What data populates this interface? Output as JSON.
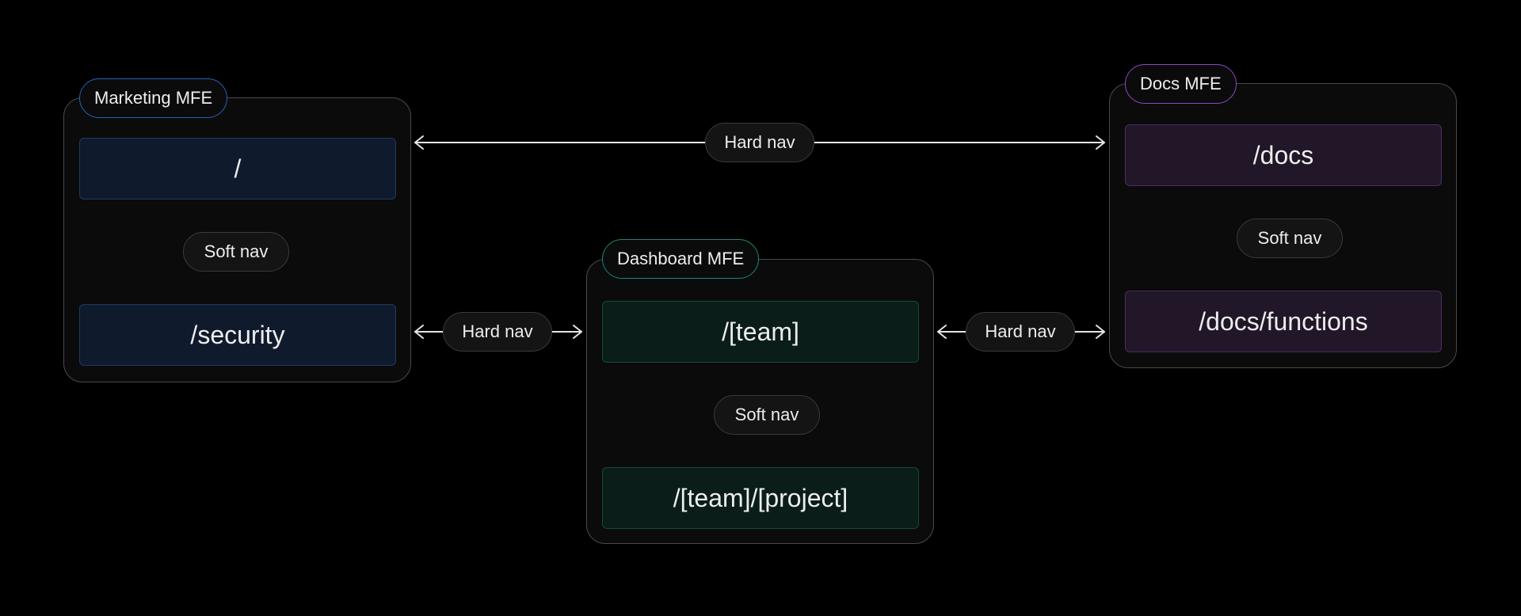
{
  "colors": {
    "marketing_accent": "#2563b8",
    "dashboard_accent": "#17877a",
    "docs_accent": "#8c46c4",
    "background": "#000000"
  },
  "marketing": {
    "label": "Marketing MFE",
    "routes": [
      "/",
      "/security"
    ],
    "inner_nav": "Soft nav"
  },
  "dashboard": {
    "label": "Dashboard MFE",
    "routes": [
      "/[team]",
      "/[team]/[project]"
    ],
    "inner_nav": "Soft nav"
  },
  "docs": {
    "label": "Docs MFE",
    "routes": [
      "/docs",
      "/docs/functions"
    ],
    "inner_nav": "Soft nav"
  },
  "cross_links": {
    "marketing_docs": "Hard nav",
    "marketing_dashboard": "Hard nav",
    "dashboard_docs": "Hard nav"
  }
}
